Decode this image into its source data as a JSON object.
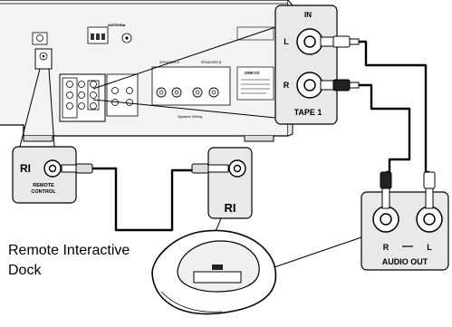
{
  "tape_panel": {
    "in_label": "IN",
    "l_label": "L",
    "r_label": "R",
    "title": "TAPE 1"
  },
  "remote_panel": {
    "ri_label": "RI",
    "caption_line1": "REMOTE",
    "caption_line2": "CONTROL"
  },
  "dock_jack_panel": {
    "ri_label": "RI"
  },
  "audio_out_panel": {
    "r_label": "R",
    "l_label": "L",
    "title": "AUDIO OUT"
  },
  "dock_caption": {
    "line1": "Remote Interactive",
    "line2": "Dock"
  },
  "receiver_back": {
    "antenna_label": "ANTENNA",
    "speakers_a_label": "SPEAKERS A",
    "speakers_b_label": "SPEAKERS B",
    "brand_label": "ONKYO",
    "speaker_wiring_label": "Speaker Wiring"
  }
}
